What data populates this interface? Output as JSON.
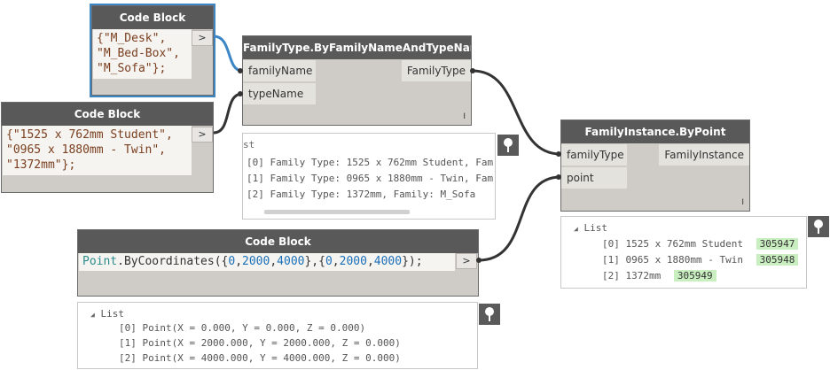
{
  "code_block_1": {
    "title": "Code Block",
    "lines": [
      "{\"M_Desk\",",
      "\"M_Bed-Box\",",
      "\"M_Sofa\"};"
    ],
    "port": ">"
  },
  "code_block_2": {
    "title": "Code Block",
    "lines": [
      "{\"1525 x 762mm Student\",",
      "\"0965 x 1880mm - Twin\",",
      "\"1372mm\"};"
    ],
    "port": ">"
  },
  "family_type_node": {
    "title": "FamilyType.ByFamilyNameAndTypeName",
    "inputs": [
      "familyName",
      "typeName"
    ],
    "output": "FamilyType",
    "lacing": "I"
  },
  "family_type_preview": {
    "header": "st",
    "rows": [
      "[0] Family Type: 1525 x 762mm Student, Fam",
      "[1] Family Type: 0965 x 1880mm - Twin, Fam",
      "[2] Family Type: 1372mm, Family: M_Sofa"
    ]
  },
  "family_instance_node": {
    "title": "FamilyInstance.ByPoint",
    "inputs": [
      "familyType",
      "point"
    ],
    "output": "FamilyInstance",
    "lacing": "I"
  },
  "family_instance_preview": {
    "header": "List",
    "rows": [
      {
        "index": "[0]",
        "text": "1525 x 762mm Student",
        "id": "305947"
      },
      {
        "index": "[1]",
        "text": "0965 x 1880mm - Twin",
        "id": "305948"
      },
      {
        "index": "[2]",
        "text": "1372mm",
        "id": "305949"
      }
    ]
  },
  "code_block_3": {
    "title": "Code Block",
    "code": {
      "cls": "Point",
      "method": ".ByCoordinates({",
      "a": [
        "0",
        "2000",
        "4000"
      ],
      "mid": "},{",
      "b": [
        "0",
        "2000",
        "4000"
      ],
      "end": "});"
    },
    "port": ">"
  },
  "point_preview": {
    "header": "List",
    "rows": [
      "[0] Point(X = 0.000, Y = 0.000, Z = 0.000)",
      "[1] Point(X = 2000.000, Y = 2000.000, Z = 0.000)",
      "[2] Point(X = 4000.000, Y = 4000.000, Z = 0.000)"
    ]
  },
  "colors": {
    "selection": "#3d86c6",
    "wire": "#333333",
    "wire_selected": "#3d86c6",
    "id_badge": "#c9efc0"
  },
  "icons": [
    "pin-icon",
    "collapse-triangle-icon"
  ]
}
